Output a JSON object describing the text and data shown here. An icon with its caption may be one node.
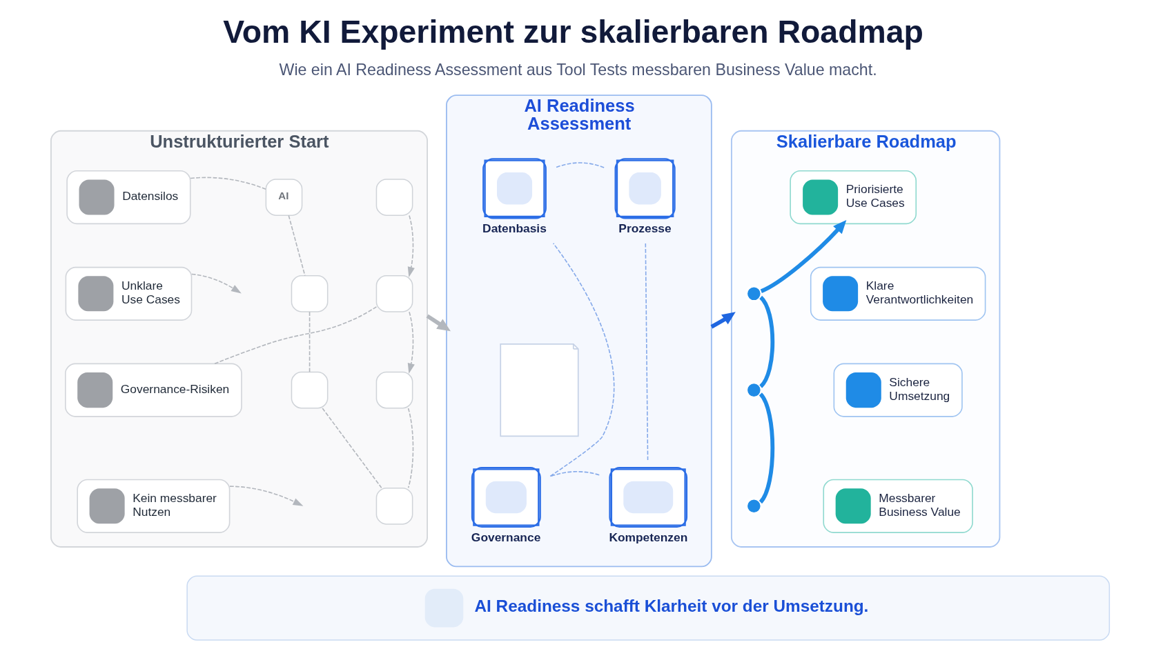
{
  "diagram": {
    "title": "Vom KI Experiment zur skalierbaren Roadmap",
    "caption": "Wie ein AI Readiness Assessment aus Tool Tests messbaren Business Value macht.",
    "nodes": [
      {
        "text": [
          "Unstrukturierter Start"
        ]
      },
      {
        "text": [
          "Datensilos"
        ],
        "in": 0
      },
      {
        "text": [
          "Unklare Use Cases"
        ],
        "in": 0
      },
      {
        "text": [
          "Governance-Risiken"
        ],
        "in": 0
      },
      {
        "text": [
          "Kein messbarer Nutzen"
        ],
        "in": 0
      },
      {
        "text": [],
        "shape": "box",
        "in": 0
      },
      {
        "text": [
          "AI"
        ],
        "in": 0
      },
      {
        "text": [],
        "shape": "box",
        "in": 0
      },
      {
        "text": [],
        "shape": "box",
        "in": 0
      },
      {
        "text": [],
        "shape": "box",
        "in": 0
      },
      {
        "text": [],
        "shape": "box",
        "in": 0
      },
      {
        "text": [],
        "shape": "box",
        "in": 0
      },
      {
        "text": [
          "AI Readiness Assessment"
        ]
      },
      {
        "text": [
          "Datenbasis"
        ],
        "in": 12
      },
      {
        "text": [
          "Prozesse"
        ],
        "in": 12
      },
      {
        "text": [],
        "shape": "picture",
        "in": 12
      },
      {
        "text": [
          "Governance"
        ],
        "in": 12
      },
      {
        "text": [
          "Kompetenzen"
        ],
        "in": 12
      },
      {
        "text": [
          "Skalierbare Roadmap"
        ]
      },
      {
        "text": [
          "Priorisierte Use Cases"
        ],
        "in": 18
      },
      {
        "text": [
          "Klare Verantwortlichkeiten"
        ],
        "in": 18
      },
      {
        "text": [],
        "shape": "circle",
        "in": 18
      },
      {
        "text": [
          "Sichere Umsetzung"
        ],
        "in": 18
      },
      {
        "text": [],
        "shape": "circle",
        "in": 18
      },
      {
        "text": [
          "Messbarer Business Value"
        ],
        "in": 18
      },
      {
        "text": [],
        "shape": "circle",
        "in": 18
      },
      {
        "text": [
          "AI Readiness schafft Klarheit vor der Umsetzung."
        ]
      }
    ],
    "edges": [
      {
        "from": 0,
        "to": 12,
        "arrow": "to",
        "style": "thick"
      },
      {
        "from": 12,
        "to": 18,
        "arrow": "to",
        "style": "thick",
        "color": "#1f66e0"
      },
      {
        "from": 13,
        "to": 14,
        "arrow": "none",
        "style": "dashed",
        "color": "#86aaea"
      },
      {
        "from": 14,
        "to": 17,
        "arrow": "none",
        "style": "dashed",
        "color": "#86aaea"
      },
      {
        "from": 17,
        "to": 16,
        "arrow": "none",
        "style": "dashed",
        "color": "#86aaea"
      },
      {
        "from": 16,
        "to": 13,
        "arrow": "none",
        "style": "dashed",
        "color": "#86aaea"
      },
      {
        "from": 25,
        "to": 23,
        "arrow": "none",
        "style": "thick",
        "color": "#1f8be6"
      },
      {
        "from": 23,
        "to": 21,
        "arrow": "none",
        "style": "thick",
        "color": "#1f8be6"
      },
      {
        "from": 21,
        "to": 19,
        "arrow": "to",
        "style": "thick",
        "color": "#1f8be6"
      },
      {
        "from": 1,
        "to": 6,
        "arrow": "none",
        "style": "dashed"
      },
      {
        "from": 6,
        "to": 7,
        "arrow": "none",
        "style": "dashed"
      },
      {
        "from": 2,
        "to": null,
        "arrow": "to",
        "style": "dashed"
      },
      {
        "from": 3,
        "to": 8,
        "arrow": "none",
        "style": "dashed"
      },
      {
        "from": 5,
        "to": 8,
        "arrow": "to",
        "style": "dashed"
      },
      {
        "from": 8,
        "to": 10,
        "arrow": "to",
        "style": "dashed"
      },
      {
        "from": 7,
        "to": 9,
        "arrow": "none",
        "style": "dashed"
      },
      {
        "from": 9,
        "to": 11,
        "arrow": "none",
        "style": "dashed"
      },
      {
        "from": 10,
        "to": 11,
        "arrow": "none",
        "style": "dashed"
      },
      {
        "from": 4,
        "to": null,
        "arrow": "to",
        "style": "dashed"
      }
    ]
  }
}
